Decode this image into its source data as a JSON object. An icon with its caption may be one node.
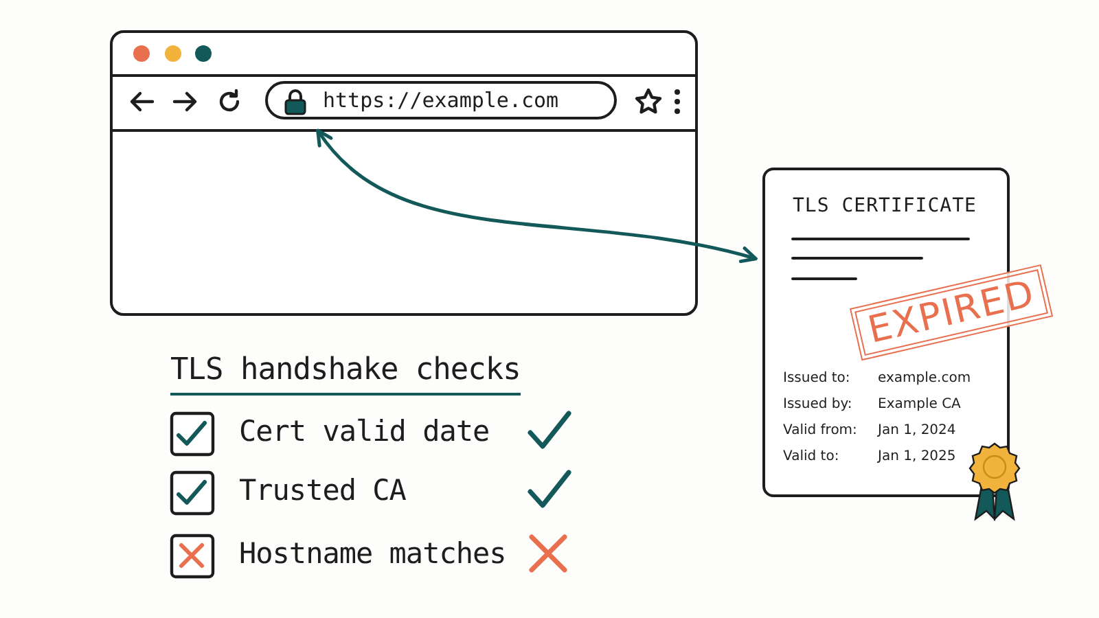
{
  "diagram": {
    "nodes": [
      {
        "text": [
          "https://example.com"
        ]
      },
      {
        "text": [
          "TLS CERTIFICATE",
          "EXPIRED",
          "Issued to:",
          "example.com",
          "Issued by:",
          "Example CA",
          "Valid from:",
          "Jan 1, 2024",
          "Valid to:",
          "Jan 1, 2025"
        ]
      }
    ],
    "edges": [
      {
        "from": 0,
        "to": 1,
        "arrow": "both"
      }
    ],
    "labels": [
      "TLS handshake checks",
      "Cert valid date",
      "Trusted CA",
      "Hostname matches"
    ]
  }
}
